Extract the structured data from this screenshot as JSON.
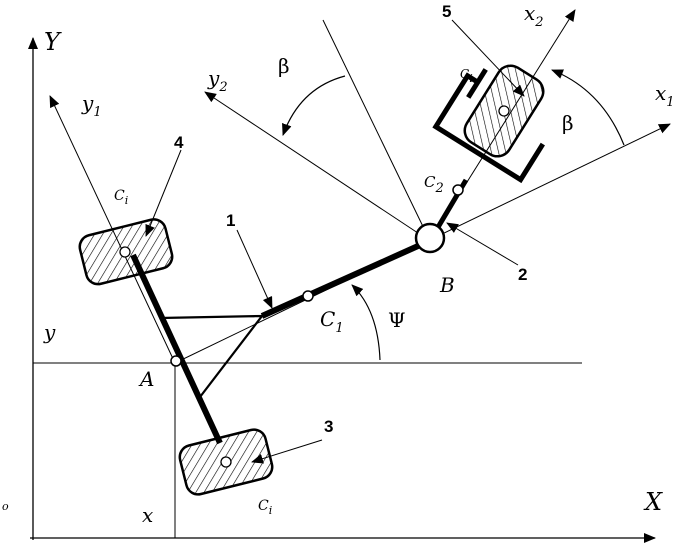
{
  "labels": {
    "origin": "o",
    "axis_X": "X",
    "axis_Y": "Y",
    "coord_x": "x",
    "coord_y": "y",
    "x1_main": "x",
    "x1_sub": "1",
    "y1_main": "y",
    "y1_sub": "1",
    "x2_main": "x",
    "x2_sub": "2",
    "y2_main": "y",
    "y2_sub": "2",
    "beta_top": "β",
    "beta_right": "β",
    "psi": "Ψ",
    "point_A": "A",
    "point_B": "B",
    "C1_main": "C",
    "C1_sub": "1",
    "C2_main": "C",
    "C2_sub": "2",
    "C_wheel4": "C",
    "C_wheel4_sub": "i",
    "C_wheel3": "C",
    "C_wheel3_sub": "i",
    "C_wheel5": "C",
    "C_wheel5_sub": "i",
    "num_1": "1",
    "num_2": "2",
    "num_3": "3",
    "num_4": "4",
    "num_5": "5"
  },
  "colors": {
    "stroke": "#000000",
    "background": "#ffffff"
  }
}
